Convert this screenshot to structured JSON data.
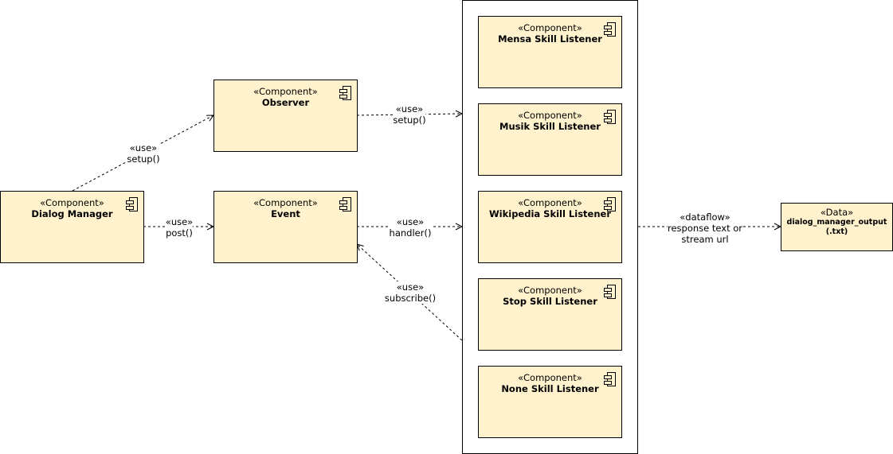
{
  "components": {
    "observer": {
      "stereotype": "«Component»",
      "name": "Observer"
    },
    "event": {
      "stereotype": "«Component»",
      "name": "Event"
    },
    "dialog_manager": {
      "stereotype": "«Component»",
      "name": "Dialog Manager"
    },
    "mensa": {
      "stereotype": "«Component»",
      "name": "Mensa Skill Listener"
    },
    "musik": {
      "stereotype": "«Component»",
      "name": "Musik Skill Listener"
    },
    "wikipedia": {
      "stereotype": "«Component»",
      "name": "Wikipedia Skill Listener"
    },
    "stop": {
      "stereotype": "«Component»",
      "name": "Stop Skill Listener"
    },
    "none": {
      "stereotype": "«Component»",
      "name": "None Skill Listener"
    }
  },
  "data": {
    "stereotype": "«Data»",
    "name_line1": "dialog_manager_output",
    "name_line2": "(.txt)"
  },
  "edges": {
    "dm_observer": {
      "stereo": "«use»",
      "label": "setup()"
    },
    "dm_event": {
      "stereo": "«use»",
      "label": "post()"
    },
    "observer_listeners": {
      "stereo": "«use»",
      "label": "setup()"
    },
    "event_listeners": {
      "stereo": "«use»",
      "label": "handler()"
    },
    "listeners_event": {
      "stereo": "«use»",
      "label": "subscribe()"
    },
    "listeners_data": {
      "stereo": "«dataflow»",
      "label_line1": "response text or",
      "label_line2": "stream url"
    }
  },
  "colors": {
    "component_fill": "#fff2cc",
    "stroke": "#000000"
  }
}
